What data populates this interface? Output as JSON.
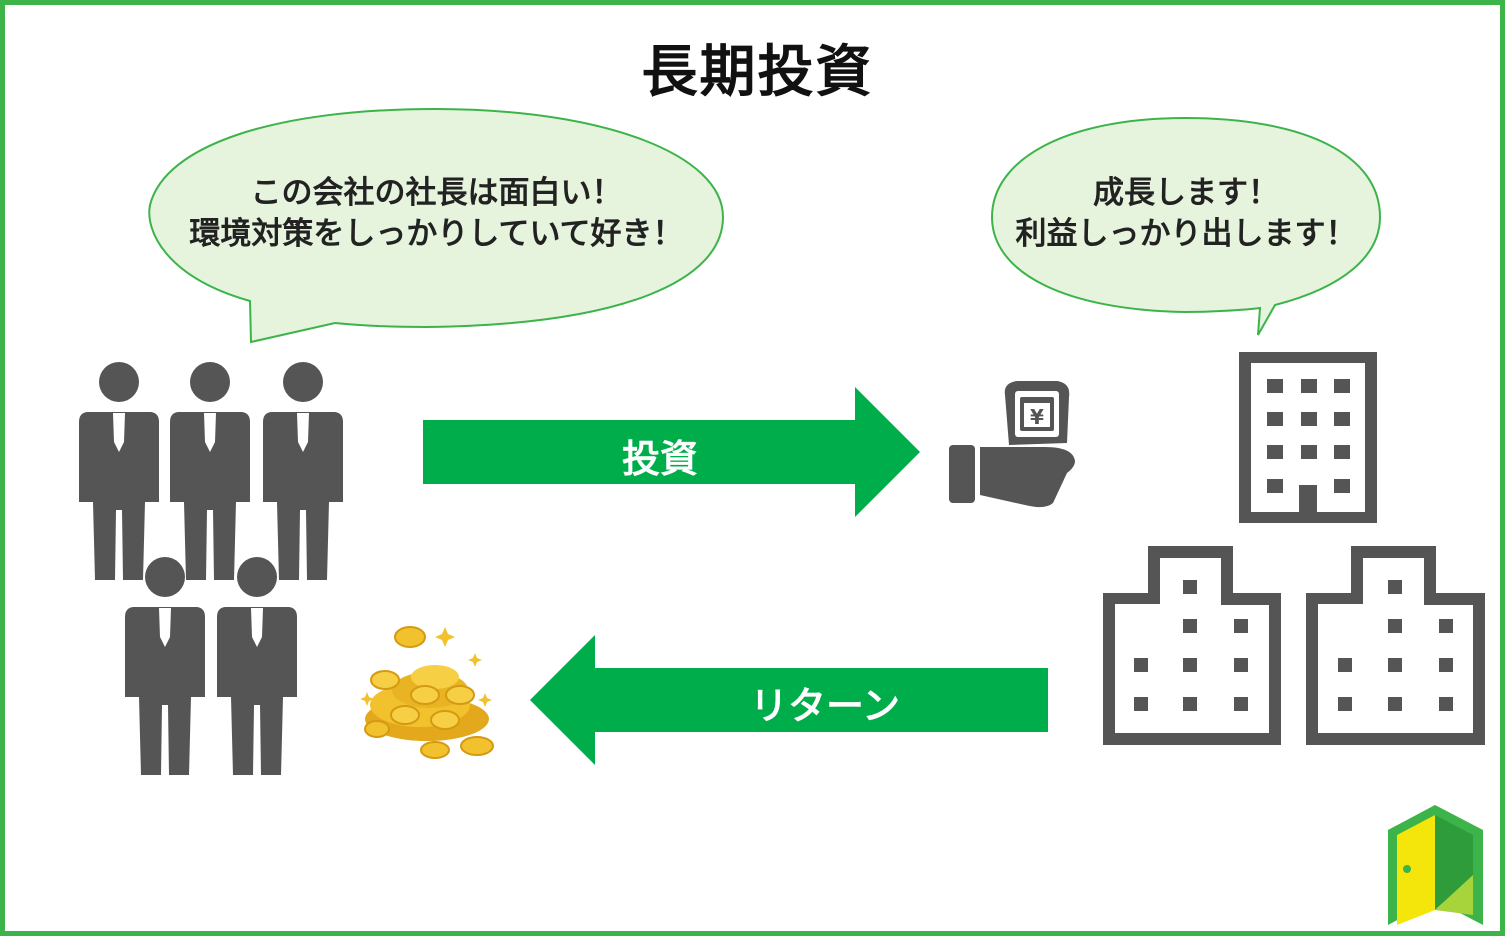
{
  "title": "長期投資",
  "bubbles": {
    "investors": {
      "line1": "この会社の社長は面白い！",
      "line2": "環境対策をしっかりしていて好き！"
    },
    "company": {
      "line1": "成長します！",
      "line2": "利益しっかり出します！"
    }
  },
  "arrows": {
    "invest_label": "投資",
    "return_label": "リターン"
  },
  "icons": {
    "investors": "businesspeople-icon",
    "payment": "hand-holding-yen-banknote-icon",
    "company": "office-buildings-icon",
    "returns": "gold-coins-icon",
    "logo": "green-door-logo"
  },
  "colors": {
    "frame": "#3cb44a",
    "arrow": "#00ad4b",
    "bubble_fill": "#e6f3dd",
    "bubble_stroke": "#3cb44a",
    "icon_gray": "#555555",
    "coin": "#f2c12e"
  }
}
